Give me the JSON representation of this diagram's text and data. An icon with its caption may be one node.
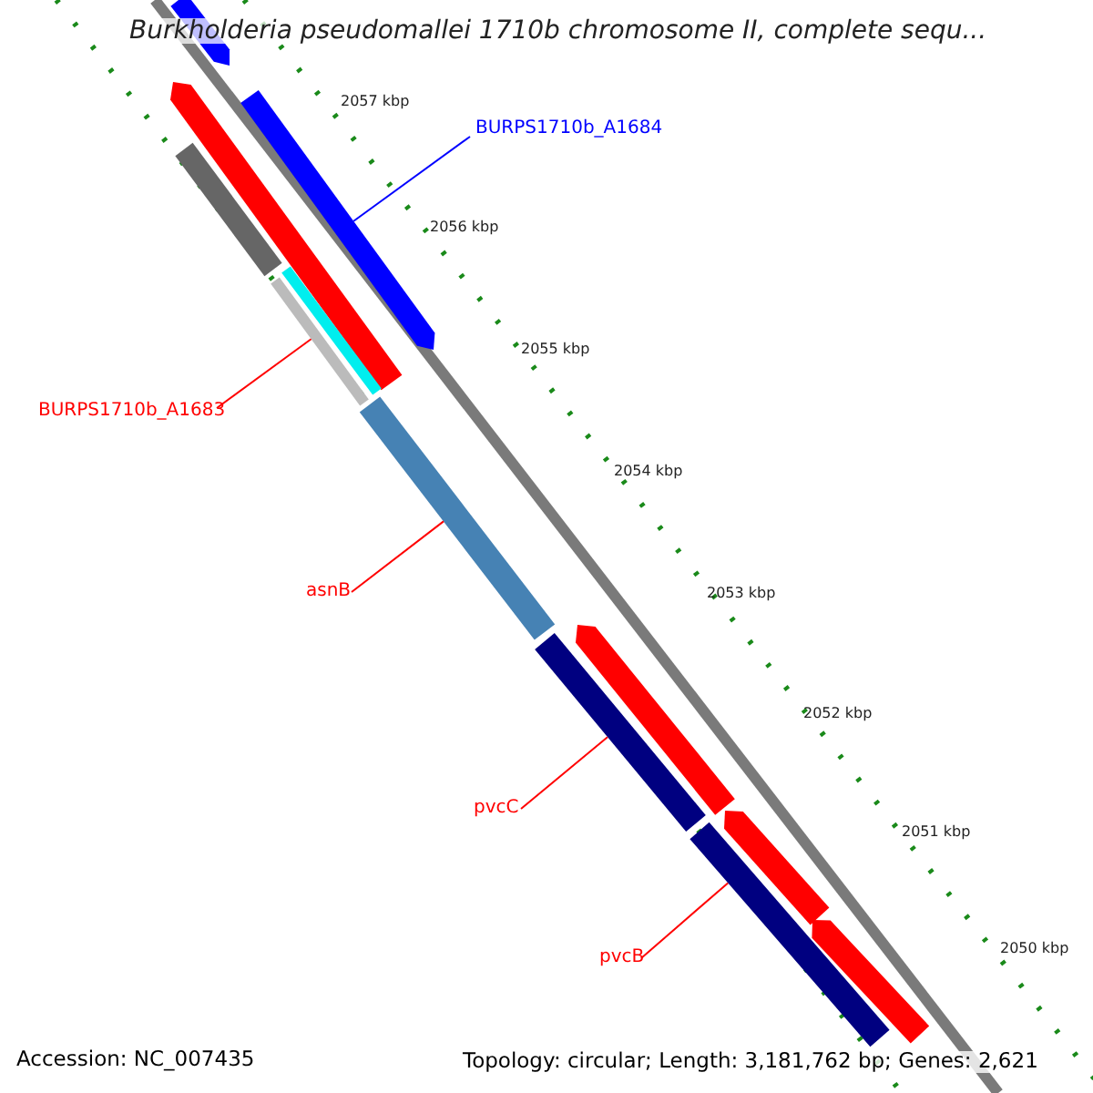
{
  "diagram": {
    "title": "Burkholderia pseudomallei 1710b chromosome II, complete sequ...",
    "nodes": [
      {
        "text": [
          "BURPS1710b_A1684"
        ]
      },
      {
        "text": [],
        "shape": "bar"
      },
      {
        "text": [
          "BURPS1710b_A1683"
        ]
      },
      {
        "text": [],
        "shape": "bar"
      },
      {
        "text": [
          "asnB"
        ]
      },
      {
        "text": [],
        "shape": "bar"
      },
      {
        "text": [
          "pvcC"
        ]
      },
      {
        "text": [],
        "shape": "bar"
      },
      {
        "text": [
          "pvcB"
        ]
      },
      {
        "text": [],
        "shape": "bar"
      },
      {
        "text": [],
        "shape": "bar"
      }
    ],
    "edges": [
      {
        "from": 0,
        "to": 1,
        "arrow": "none",
        "color": "#0000ff"
      },
      {
        "from": 2,
        "to": 3,
        "arrow": "none"
      },
      {
        "from": 4,
        "to": 5,
        "arrow": "none"
      },
      {
        "from": 6,
        "to": 7,
        "arrow": "none"
      },
      {
        "from": 8,
        "to": 9,
        "arrow": "none"
      }
    ],
    "labels": [
      "2057 kbp",
      "2056 kbp",
      "2055 kbp",
      "2054 kbp",
      "2053 kbp",
      "2052 kbp",
      "2051 kbp",
      "2050 kbp",
      "Accession: NC_007435",
      "Topology: circular; Length: 3,181,762 bp; Genes: 2,621"
    ]
  }
}
